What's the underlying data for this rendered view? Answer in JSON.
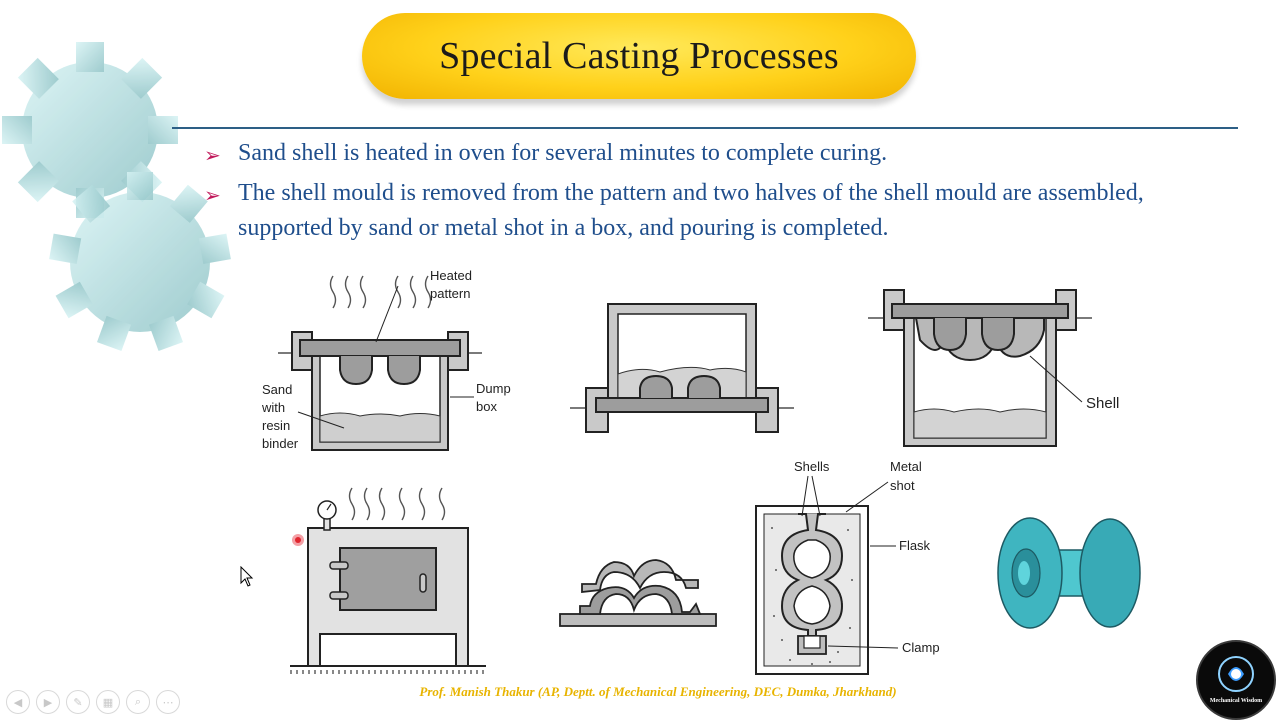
{
  "slide": {
    "title": "Special Casting Processes",
    "bullets": [
      "Sand shell is heated in oven for several minutes to complete curing.",
      "The shell mould is removed from the pattern and two halves of the shell mould are assembled, supported by sand or metal shot in a box, and pouring is completed."
    ],
    "bullet_marker": "➢",
    "footer": "Prof. Manish Thakur (AP, Deptt. of Mechanical Engineering, DEC, Dumka, Jharkhand)"
  },
  "figure_labels": {
    "heated_pattern_1": "Heated",
    "heated_pattern_2": "pattern",
    "sand_1": "Sand",
    "sand_2": "with",
    "sand_3": "resin",
    "sand_4": "binder",
    "dump_1": "Dump",
    "dump_2": "box",
    "shell": "Shell",
    "shells": "Shells",
    "metal_1": "Metal",
    "metal_2": "shot",
    "flask": "Flask",
    "clamp": "Clamp"
  },
  "logo": {
    "text": "Mechanical Wisdom",
    "icon": "mechanical-wisdom-logo"
  },
  "colors": {
    "bullet_text": "#1f4e8c",
    "bullet_marker": "#c0185a",
    "title_fill": "#ffd11a",
    "footer": "#e8b400",
    "rule": "#2d5f86"
  },
  "player_controls": [
    "previous-icon",
    "next-icon",
    "pen-icon",
    "slides-icon",
    "zoom-icon",
    "more-icon"
  ]
}
